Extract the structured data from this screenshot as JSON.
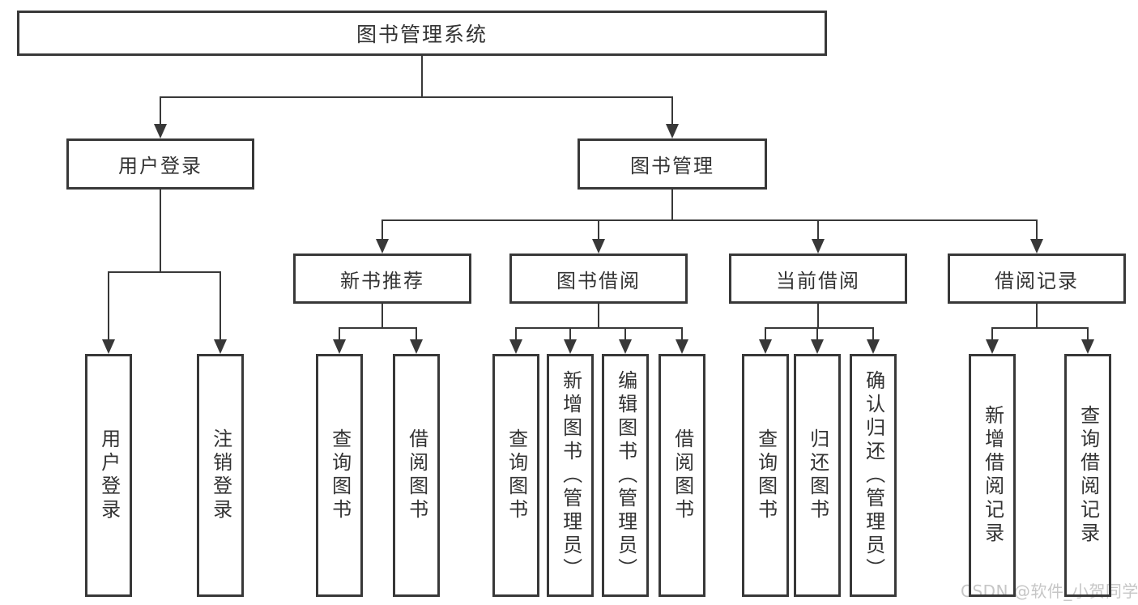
{
  "page": {
    "background": "#ffffff"
  },
  "colors": {
    "line": "#383838",
    "text": "#333333",
    "watermark": "#c6c6c6"
  },
  "watermark": {
    "text": "CSDN @软件_小贺同学"
  },
  "tree": {
    "root": {
      "label": "图书管理系统"
    },
    "branches": [
      {
        "label": "用户登录",
        "children": [
          "用户登录",
          "注销登录"
        ]
      },
      {
        "label": "图书管理",
        "sections": [
          {
            "label": "新书推荐",
            "children": [
              "查询图书",
              "借阅图书"
            ]
          },
          {
            "label": "图书借阅",
            "children": [
              "查询图书",
              "新增图书（管理员）",
              "编辑图书（管理员）",
              "借阅图书"
            ]
          },
          {
            "label": "当前借阅",
            "children": [
              "查询图书",
              "归还图书",
              "确认归还（管理员）"
            ]
          },
          {
            "label": "借阅记录",
            "children": [
              "新增借阅记录",
              "查询借阅记录"
            ]
          }
        ]
      }
    ]
  }
}
